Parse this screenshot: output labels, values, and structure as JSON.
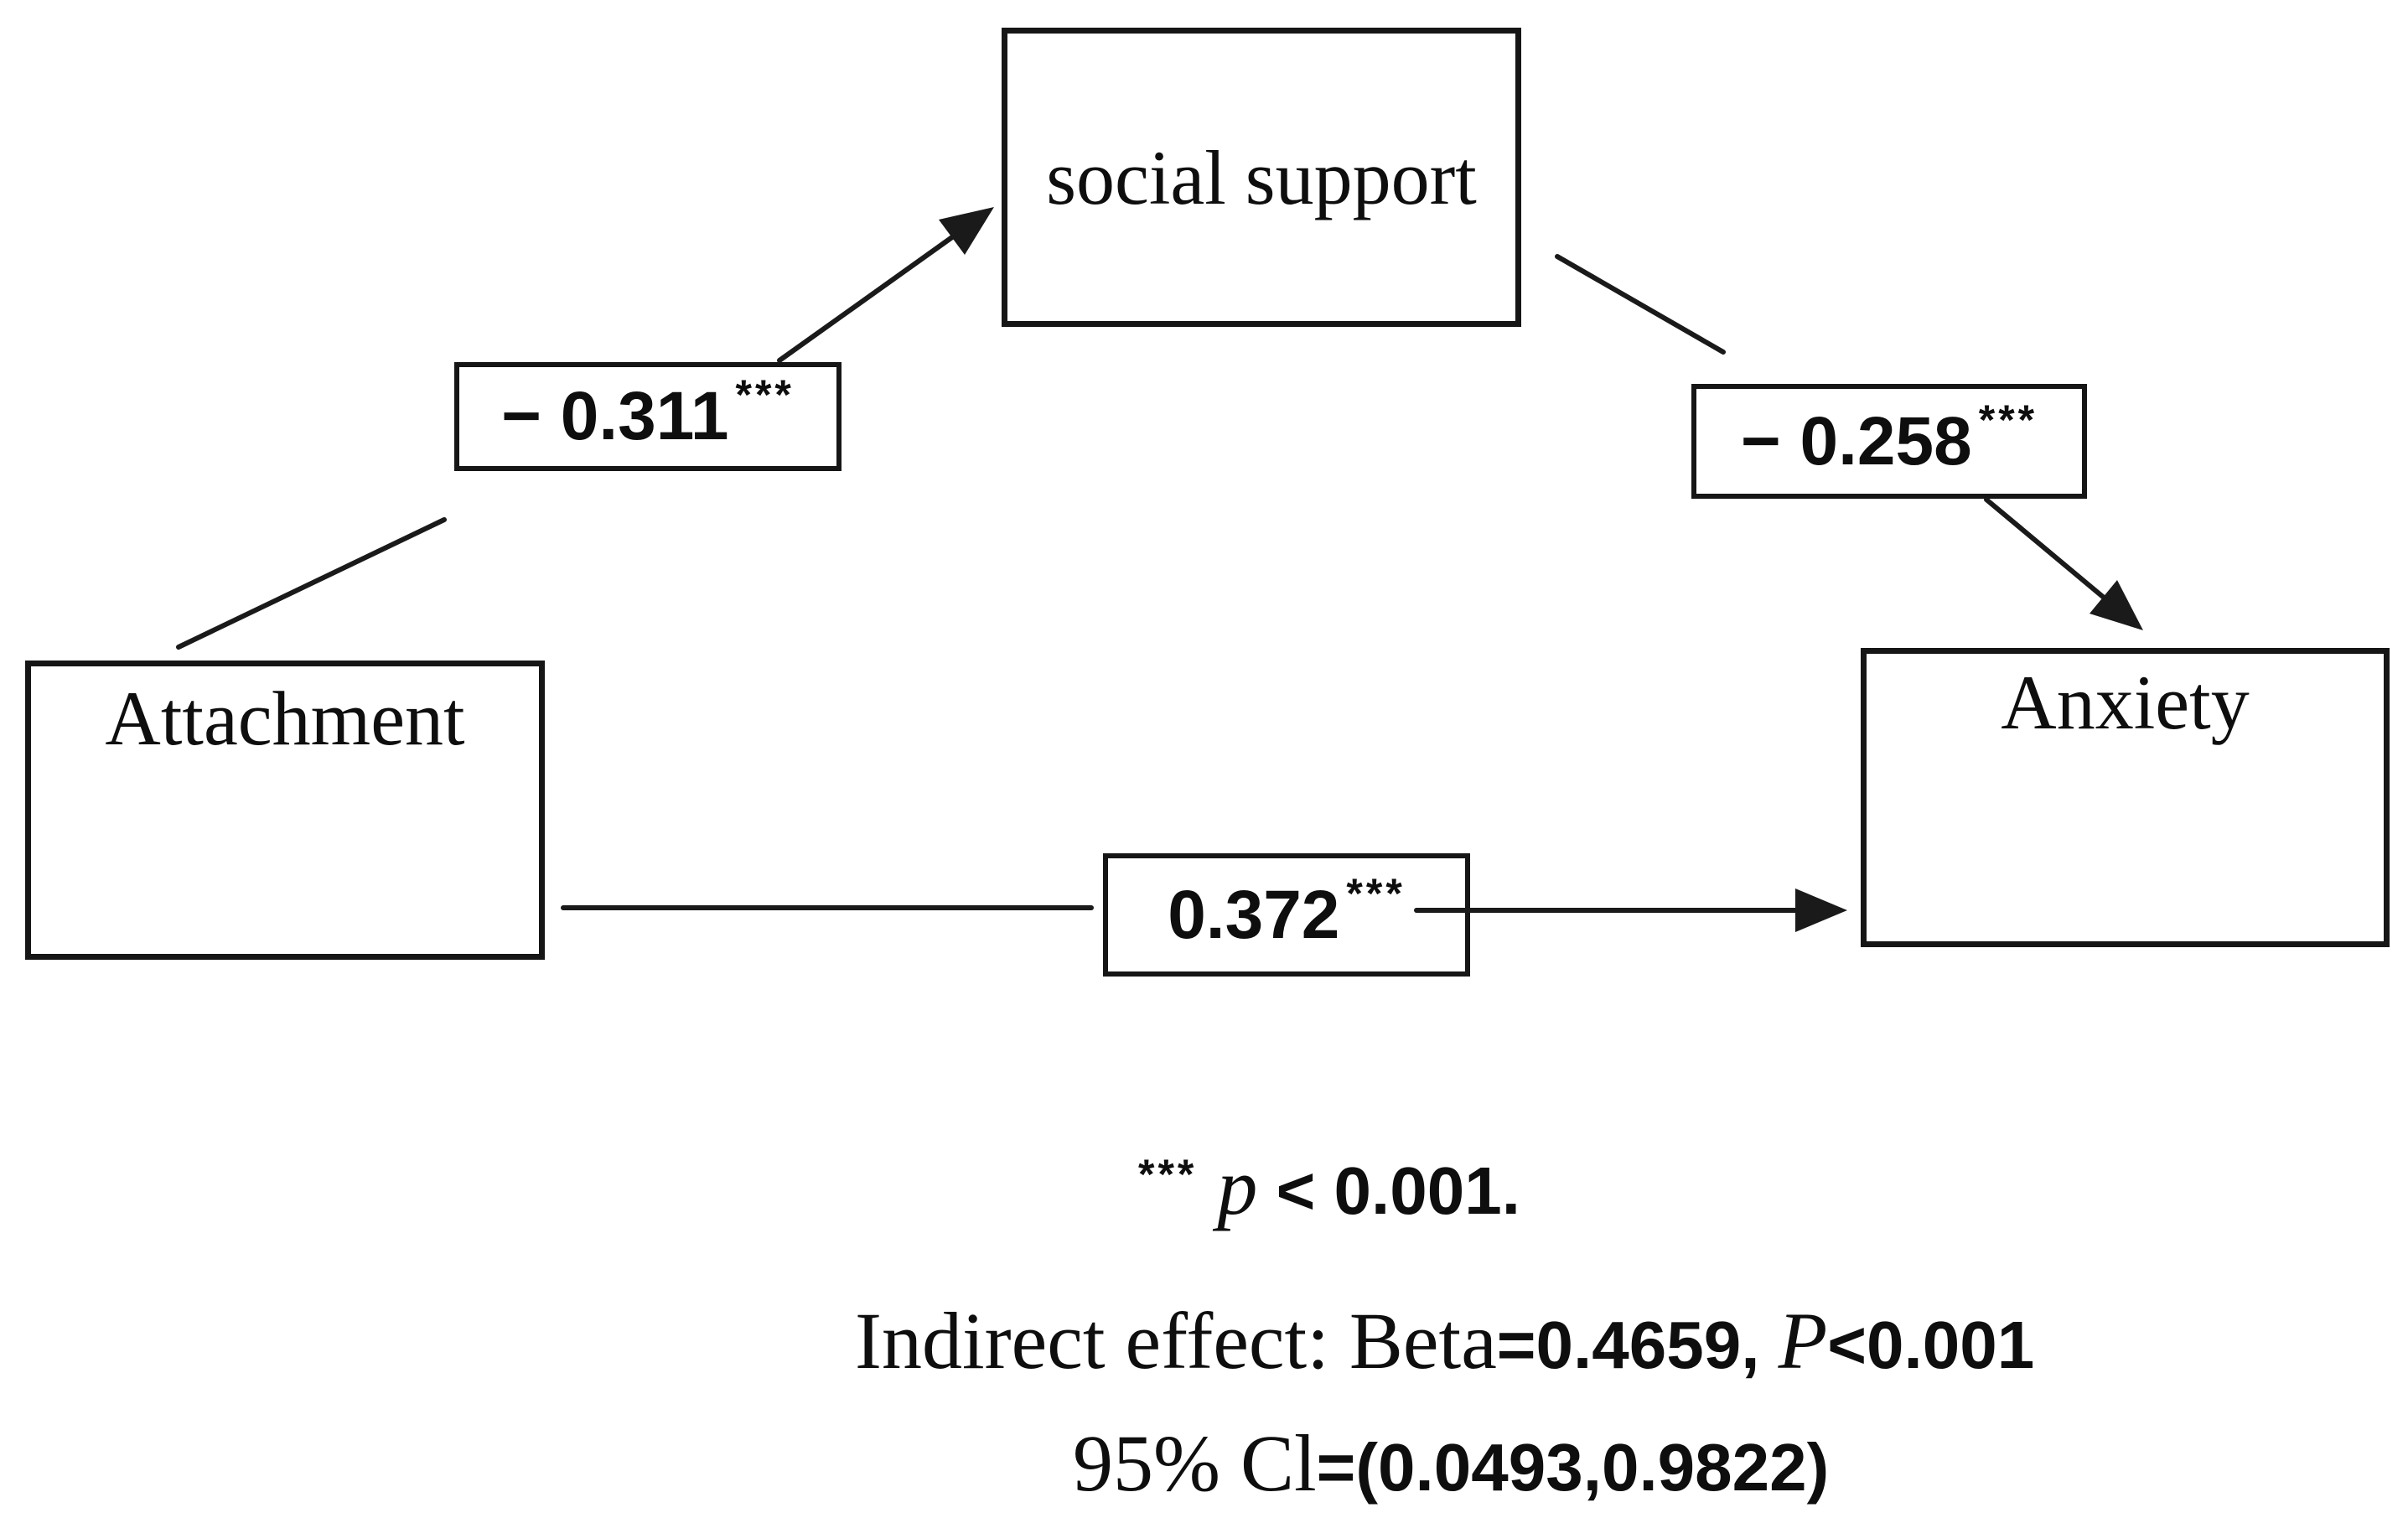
{
  "figure": {
    "nodes": {
      "mediator": "social support",
      "predictor": "Attachment",
      "outcome": "Anxiety"
    },
    "paths": {
      "a": {
        "value": "− 0.311",
        "stars": "***"
      },
      "b": {
        "value": "− 0.258",
        "stars": "***"
      },
      "c": {
        "value": "0.372",
        "stars": "***"
      }
    },
    "notes": {
      "significance": {
        "stars": "***",
        "p_symbol": "p",
        "rest": " < 0.001."
      },
      "indirect": {
        "label": "Indirect effect: Beta",
        "value": "=0.4659, ",
        "p_symbol": "P",
        "rest": "<0.001"
      },
      "ci": {
        "label": "95% Cl",
        "value": "=(0.0493,0.9822)"
      }
    }
  }
}
